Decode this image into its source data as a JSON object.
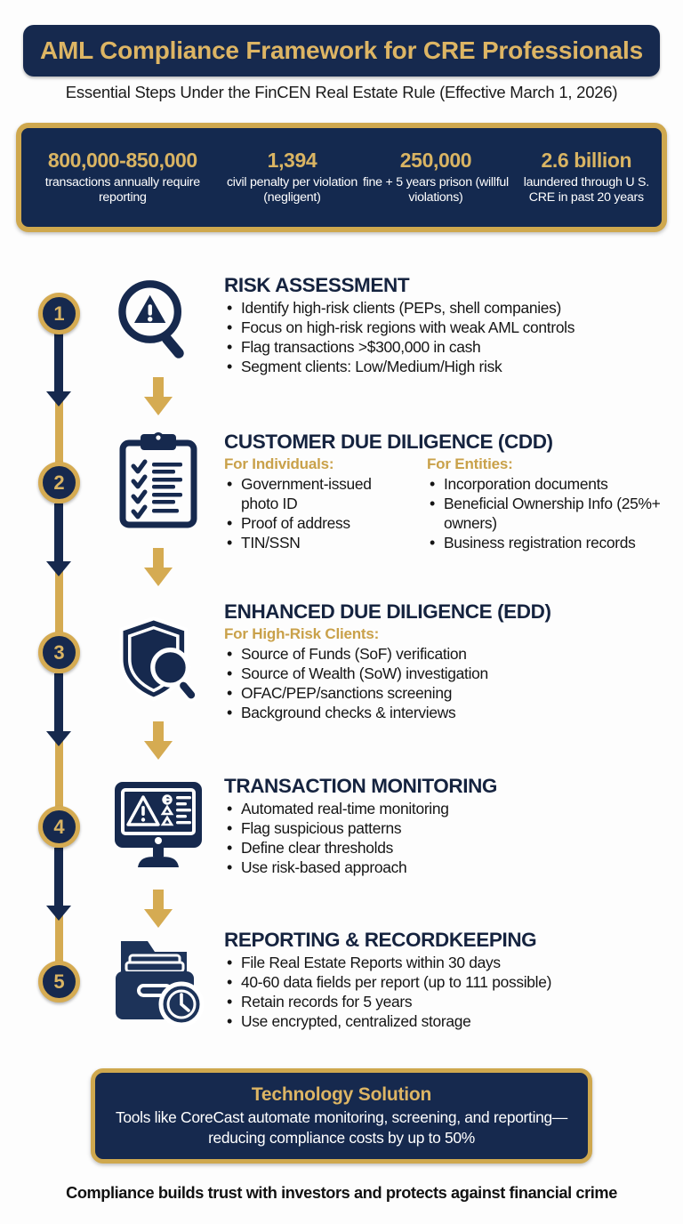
{
  "header": {
    "title": "AML Compliance Framework for CRE Professionals",
    "subtitle": "Essential Steps Under the FinCEN Real Estate Rule (Effective March 1, 2026)"
  },
  "colors": {
    "navy": "#16294e",
    "gold": "#d5ab52",
    "gold_text": "#d9b463",
    "heading_navy": "#15233f",
    "page_bg": "#fdfdfd"
  },
  "stats": [
    {
      "value": "800,000-850,000",
      "label": "transactions annually require reporting"
    },
    {
      "value": "1,394",
      "label": "civil penalty per violation (negligent)"
    },
    {
      "value": "250,000",
      "label": "fine + 5 years prison (willful violations)"
    },
    {
      "value": "2.6 billion",
      "label": "laundered through U S. CRE in past 20 years"
    }
  ],
  "steps": [
    {
      "number": "1",
      "heading": "RISK ASSESSMENT",
      "icon": "magnifier-warning-icon",
      "bullets": [
        "Identify high-risk clients (PEPs, shell companies)",
        "Focus on high-risk regions with weak AML controls",
        "Flag transactions >$300,000 in cash",
        "Segment clients: Low/Medium/High risk"
      ]
    },
    {
      "number": "2",
      "heading": "CUSTOMER DUE DILIGENCE (CDD)",
      "icon": "clipboard-checklist-icon",
      "columns": [
        {
          "label": "For Individuals:",
          "bullets": [
            "Government-issued photo ID",
            "Proof of address",
            "TIN/SSN"
          ]
        },
        {
          "label": "For Entities:",
          "bullets": [
            "Incorporation documents",
            "Beneficial Ownership Info (25%+ owners)",
            "Business registration records"
          ]
        }
      ]
    },
    {
      "number": "3",
      "heading": "ENHANCED DUE DILIGENCE (EDD)",
      "icon": "shield-magnifier-icon",
      "label": "For High-Risk Clients:",
      "bullets": [
        "Source of Funds (SoF) verification",
        "Source of Wealth (SoW) investigation",
        "OFAC/PEP/sanctions screening",
        "Background checks & interviews"
      ]
    },
    {
      "number": "4",
      "heading": "TRANSACTION MONITORING",
      "icon": "monitor-alert-icon",
      "bullets": [
        "Automated real-time monitoring",
        "Flag suspicious patterns",
        "Define clear thresholds",
        "Use risk-based approach"
      ]
    },
    {
      "number": "5",
      "heading": "REPORTING & RECORDKEEPING",
      "icon": "folder-clock-icon",
      "bullets": [
        "File Real Estate Reports within 30 days",
        "40-60 data fields per report (up to 111 possible)",
        "Retain records for 5 years",
        "Use encrypted, centralized storage"
      ]
    }
  ],
  "tech": {
    "title": "Technology Solution",
    "body": "Tools like CoreCast automate monitoring, screening, and reporting—reducing compliance costs by up to 50%"
  },
  "footer": "Compliance builds trust with investors and protects against financial crime"
}
